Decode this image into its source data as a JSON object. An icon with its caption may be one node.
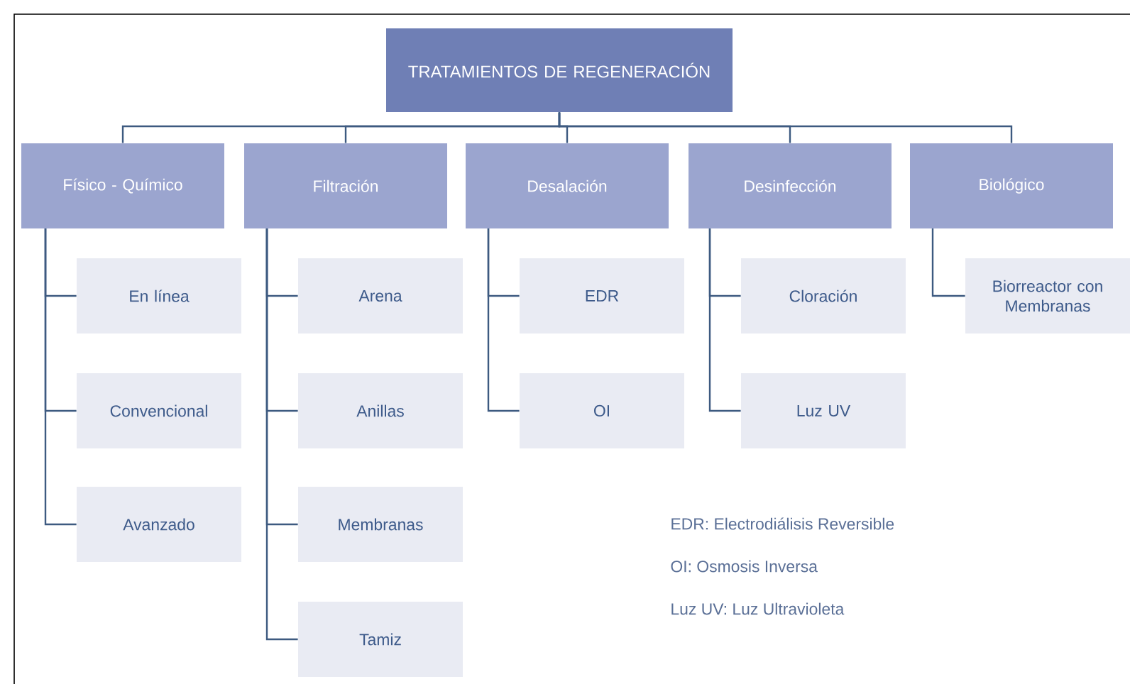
{
  "diagram": {
    "nodes": [
      {
        "text": [
          "TRATAMIENTOS DE REGENERACIÓN"
        ]
      },
      {
        "text": [
          "Físico - Químico"
        ]
      },
      {
        "text": [
          "Filtración"
        ]
      },
      {
        "text": [
          "Desalación"
        ]
      },
      {
        "text": [
          "Desinfección"
        ]
      },
      {
        "text": [
          "Biológico"
        ]
      },
      {
        "text": [
          "En línea"
        ]
      },
      {
        "text": [
          "Convencional"
        ]
      },
      {
        "text": [
          "Avanzado"
        ]
      },
      {
        "text": [
          "Arena"
        ]
      },
      {
        "text": [
          "Anillas"
        ]
      },
      {
        "text": [
          "Membranas"
        ]
      },
      {
        "text": [
          "Tamiz"
        ]
      },
      {
        "text": [
          "EDR"
        ]
      },
      {
        "text": [
          "OI"
        ]
      },
      {
        "text": [
          "Cloración"
        ]
      },
      {
        "text": [
          "Luz UV"
        ]
      },
      {
        "text": [
          "Biorreactor con Membranas"
        ]
      }
    ],
    "edges": [
      {
        "from": 0,
        "to": 1,
        "arrow": "none"
      },
      {
        "from": 0,
        "to": 2,
        "arrow": "none"
      },
      {
        "from": 0,
        "to": 3,
        "arrow": "none"
      },
      {
        "from": 0,
        "to": 4,
        "arrow": "none"
      },
      {
        "from": 0,
        "to": 5,
        "arrow": "none"
      },
      {
        "from": 1,
        "to": 6,
        "arrow": "none"
      },
      {
        "from": 1,
        "to": 7,
        "arrow": "none"
      },
      {
        "from": 1,
        "to": 8,
        "arrow": "none"
      },
      {
        "from": 2,
        "to": 9,
        "arrow": "none"
      },
      {
        "from": 2,
        "to": 10,
        "arrow": "none"
      },
      {
        "from": 2,
        "to": 11,
        "arrow": "none"
      },
      {
        "from": 2,
        "to": 12,
        "arrow": "none"
      },
      {
        "from": 3,
        "to": 13,
        "arrow": "none"
      },
      {
        "from": 3,
        "to": 14,
        "arrow": "none"
      },
      {
        "from": 4,
        "to": 15,
        "arrow": "none"
      },
      {
        "from": 4,
        "to": 16,
        "arrow": "none"
      },
      {
        "from": 5,
        "to": 17,
        "arrow": "none"
      }
    ],
    "labels": [
      "EDR: Electrodiálisis Reversible",
      "OI: Osmosis Inversa",
      "Luz UV: Luz Ultravioleta"
    ]
  }
}
